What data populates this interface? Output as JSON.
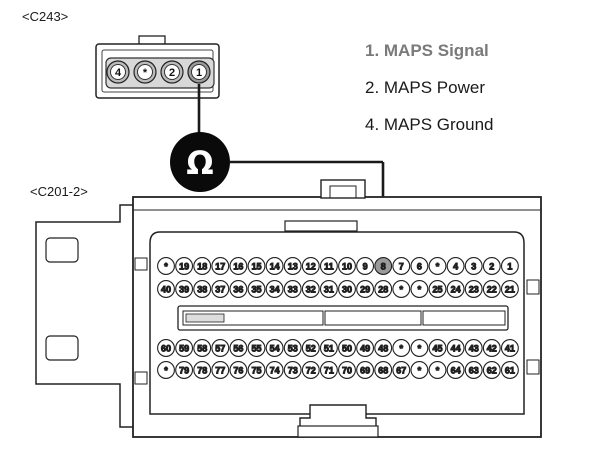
{
  "connectors": {
    "top": {
      "label": "<C243>",
      "pins": [
        "4",
        "*",
        "2",
        "1"
      ],
      "active_pin": "1"
    },
    "bottom": {
      "label": "<C201-2>",
      "rows": [
        [
          "*",
          "19",
          "18",
          "17",
          "16",
          "15",
          "14",
          "13",
          "12",
          "11",
          "10",
          "9",
          "8",
          "7",
          "6",
          "*",
          "4",
          "3",
          "2",
          "1"
        ],
        [
          "40",
          "39",
          "38",
          "37",
          "36",
          "35",
          "34",
          "33",
          "32",
          "31",
          "30",
          "29",
          "28",
          "*",
          "*",
          "25",
          "24",
          "23",
          "22",
          "21"
        ],
        [
          "60",
          "59",
          "58",
          "57",
          "56",
          "55",
          "54",
          "53",
          "52",
          "51",
          "50",
          "49",
          "48",
          "*",
          "*",
          "45",
          "44",
          "43",
          "42",
          "41"
        ],
        [
          "*",
          "79",
          "78",
          "77",
          "76",
          "75",
          "74",
          "73",
          "72",
          "71",
          "70",
          "69",
          "68",
          "67",
          "*",
          "*",
          "64",
          "63",
          "62",
          "61"
        ]
      ],
      "active_pin": "8"
    }
  },
  "meter": {
    "symbol": "Ω",
    "icon": "ohm-meter-icon"
  },
  "legend": [
    {
      "text": "1. MAPS Signal",
      "highlight": true
    },
    {
      "text": "2. MAPS Power",
      "highlight": false
    },
    {
      "text": "4. MAPS Ground",
      "highlight": false
    }
  ],
  "colors": {
    "wire": "#1a1a1a",
    "pin_fill": "#ffffff",
    "pin_active": "#9a9a9a",
    "legend_highlight": "#7a7a7a"
  }
}
